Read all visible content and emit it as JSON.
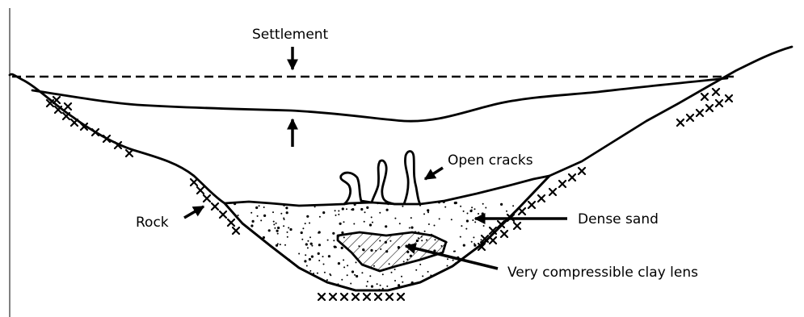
{
  "labels": {
    "settlement": "Settlement",
    "open_cracks": "Open cracks",
    "rock": "Rock",
    "dense_sand": "Dense sand",
    "clay_lens": "Very compressible clay lens"
  },
  "colors": {
    "ink": "#000000",
    "background": "#ffffff"
  }
}
